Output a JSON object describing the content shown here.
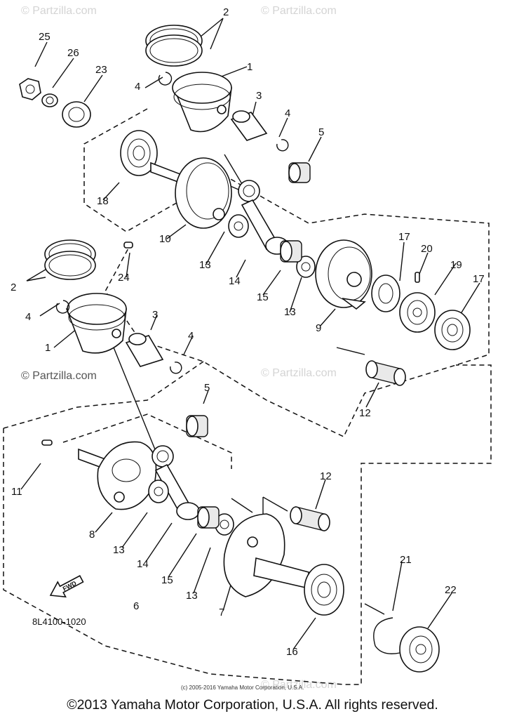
{
  "watermarks": [
    "© Partzilla.com",
    "© Partzilla.com",
    "© Partzilla.com",
    "© Partzilla.com",
    "© Partzilla.com"
  ],
  "diagram_code": "8L4100-1020",
  "fwd_label": "FWD",
  "small_credit": "(c) 2005-2016 Yamaha Motor Corporation, U.S.A.",
  "footer_text": "©2013 Yamaha Motor Corporation, U.S.A. All rights reserved.",
  "callouts": [
    {
      "id": "c1",
      "text": "2"
    },
    {
      "id": "c2",
      "text": "25"
    },
    {
      "id": "c3",
      "text": "26"
    },
    {
      "id": "c4",
      "text": "23"
    },
    {
      "id": "c5",
      "text": "1"
    },
    {
      "id": "c6",
      "text": "4"
    },
    {
      "id": "c7",
      "text": "3"
    },
    {
      "id": "c8",
      "text": "4"
    },
    {
      "id": "c9",
      "text": "5"
    },
    {
      "id": "c10",
      "text": "18"
    },
    {
      "id": "c11",
      "text": "10"
    },
    {
      "id": "c12",
      "text": "13"
    },
    {
      "id": "c13",
      "text": "14"
    },
    {
      "id": "c14",
      "text": "24"
    },
    {
      "id": "c15",
      "text": "15"
    },
    {
      "id": "c16",
      "text": "13"
    },
    {
      "id": "c17",
      "text": "17"
    },
    {
      "id": "c18",
      "text": "20"
    },
    {
      "id": "c19",
      "text": "19"
    },
    {
      "id": "c20",
      "text": "17"
    },
    {
      "id": "c21",
      "text": "2"
    },
    {
      "id": "c22",
      "text": "4"
    },
    {
      "id": "c23",
      "text": "3"
    },
    {
      "id": "c24",
      "text": "1"
    },
    {
      "id": "c25",
      "text": "4"
    },
    {
      "id": "c26",
      "text": "9"
    },
    {
      "id": "c27",
      "text": "12"
    },
    {
      "id": "c28",
      "text": "5"
    },
    {
      "id": "c29",
      "text": "11"
    },
    {
      "id": "c30",
      "text": "12"
    },
    {
      "id": "c31",
      "text": "8"
    },
    {
      "id": "c32",
      "text": "13"
    },
    {
      "id": "c33",
      "text": "14"
    },
    {
      "id": "c34",
      "text": "15"
    },
    {
      "id": "c35",
      "text": "13"
    },
    {
      "id": "c36",
      "text": "6"
    },
    {
      "id": "c37",
      "text": "7"
    },
    {
      "id": "c38",
      "text": "21"
    },
    {
      "id": "c39",
      "text": "22"
    },
    {
      "id": "c40",
      "text": "16"
    }
  ]
}
